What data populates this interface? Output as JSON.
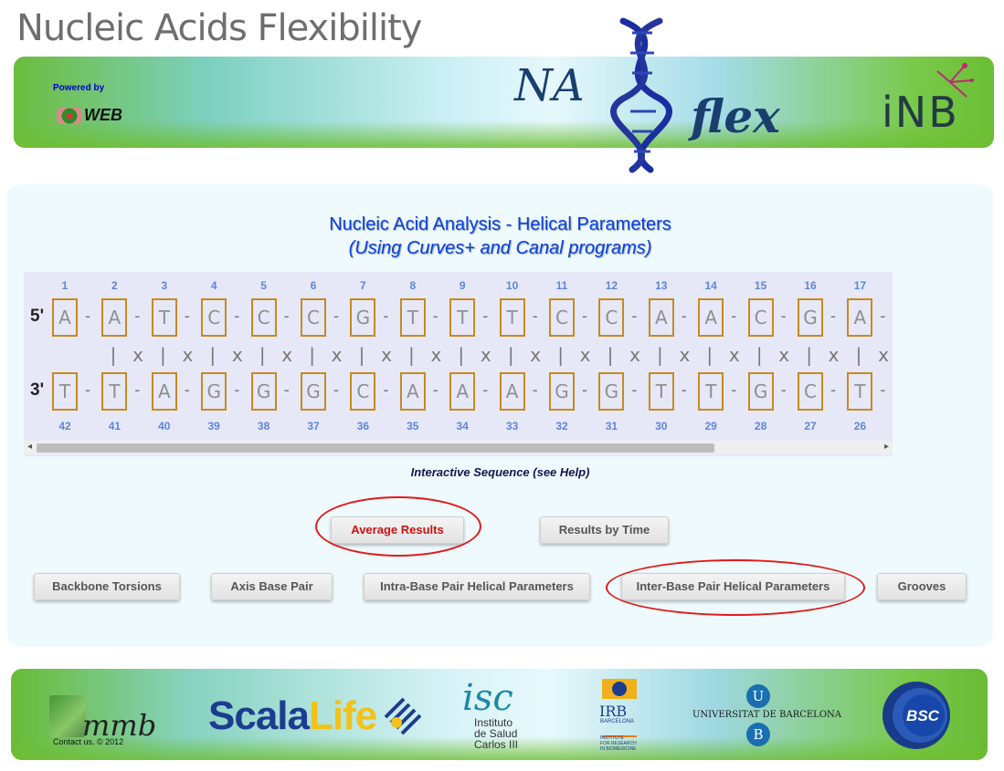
{
  "page": {
    "title": "Nucleic Acids Flexibility"
  },
  "banner": {
    "powered_by": "Powered by",
    "mdweb_logo": "WEB",
    "na_logo": "NA",
    "flex_logo": "flex",
    "inb_logo": "iNB"
  },
  "analysis": {
    "title": "Nucleic Acid Analysis - Helical Parameters",
    "subtitle": "(Using Curves+ and Canal programs)"
  },
  "sequence": {
    "strand1_label": "5'",
    "strand2_label": "3'",
    "top_numbers": [
      "1",
      "2",
      "3",
      "4",
      "5",
      "6",
      "7",
      "8",
      "9",
      "10",
      "11",
      "12",
      "13",
      "14",
      "15",
      "16",
      "17"
    ],
    "top_bases": [
      "A",
      "A",
      "T",
      "C",
      "C",
      "C",
      "G",
      "T",
      "T",
      "T",
      "C",
      "C",
      "A",
      "A",
      "C",
      "G",
      "A"
    ],
    "bottom_bases": [
      "T",
      "T",
      "A",
      "G",
      "G",
      "G",
      "C",
      "A",
      "A",
      "A",
      "G",
      "G",
      "T",
      "T",
      "G",
      "C",
      "T"
    ],
    "bottom_numbers": [
      "42",
      "41",
      "40",
      "39",
      "38",
      "37",
      "36",
      "35",
      "34",
      "33",
      "32",
      "31",
      "30",
      "29",
      "28",
      "27",
      "26"
    ],
    "link_dash": "-",
    "pair_bar": "|",
    "pair_x": "x",
    "scrollbar": {
      "left_arrow": "◂",
      "right_arrow": "▸"
    }
  },
  "caption": "Interactive Sequence (see Help)",
  "mode_buttons": {
    "average": "Average Results",
    "by_time": "Results by Time"
  },
  "analysis_buttons": {
    "backbone": "Backbone Torsions",
    "axis": "Axis Base Pair",
    "intra": "Intra-Base Pair Helical Parameters",
    "inter": "Inter-Base Pair Helical Parameters",
    "grooves": "Grooves"
  },
  "footer": {
    "mmb": "mmb",
    "contact": "Contact us. © 2012",
    "scala": "Scala",
    "life": "Life",
    "isc_logo": "isc",
    "isc_lines": [
      "Instituto",
      "de Salud",
      "Carlos III"
    ],
    "irb": "IRB",
    "irb_sub": "BARCELONA",
    "irb_sub2_lines": [
      "INSTITUTE",
      "FOR RESEARCH",
      "IN BIOMEDICINE"
    ],
    "ub_u": "U",
    "ub_b": "B",
    "ub_name": "UNIVERSITAT DE BARCELONA",
    "bsc": "BSC"
  },
  "colors": {
    "accent_red": "#e21a1a",
    "title_blue": "#0b3de0",
    "base_border": "#c78a1e"
  }
}
